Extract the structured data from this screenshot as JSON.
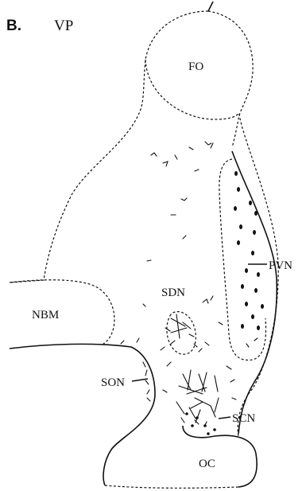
{
  "panel": {
    "letter": "B.",
    "title": "VP"
  },
  "labels": {
    "fo": "FO",
    "pvn": "PVN",
    "sdn": "SDN",
    "nbm": "NBM",
    "son": "SON",
    "scn": "SCN",
    "oc": "OC"
  }
}
